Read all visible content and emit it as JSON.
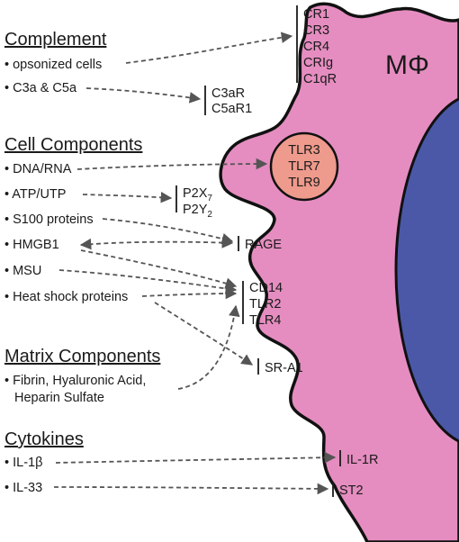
{
  "cell": {
    "label": "MΦ",
    "membrane_color": "#e58dc0",
    "outline_color": "#111111",
    "nucleus_color": "#4b58a8",
    "endosome_color": "#ee9a8c"
  },
  "categories": {
    "complement": "Complement",
    "cell_components": "Cell Components",
    "matrix": "Matrix Components",
    "cytokines": "Cytokines"
  },
  "ligands": {
    "opsonized": "• opsonized cells",
    "c3a_c5a": "• C3a & C5a",
    "dna_rna": "• DNA/RNA",
    "atp_utp": "• ATP/UTP",
    "s100": "• S100 proteins",
    "hmgb1": "• HMGB1",
    "msu": "• MSU",
    "hsp": "• Heat shock proteins",
    "fibrin_line1": "• Fibrin, Hyaluronic Acid,",
    "fibrin_line2": "Heparin Sulfate",
    "il1b": "• IL-1β",
    "il33": "• IL-33"
  },
  "receptors": {
    "complement_receptors": [
      "CR1",
      "CR3",
      "CR4",
      "CRIg",
      "C1qR"
    ],
    "c3a_receptors": [
      "C3aR",
      "C5aR1"
    ],
    "tlrs_endosomal": [
      "TLR3",
      "TLR7",
      "TLR9"
    ],
    "p2y": {
      "base": "P2X",
      "sub1": "7",
      "base2": "P2Y",
      "sub2": "2"
    },
    "rage": "RAGE",
    "surface_tlrs": [
      "CD14",
      "TLR2",
      "TLR4"
    ],
    "sra": "SR-A1",
    "il1r": "IL-1R",
    "st2": "ST2"
  }
}
